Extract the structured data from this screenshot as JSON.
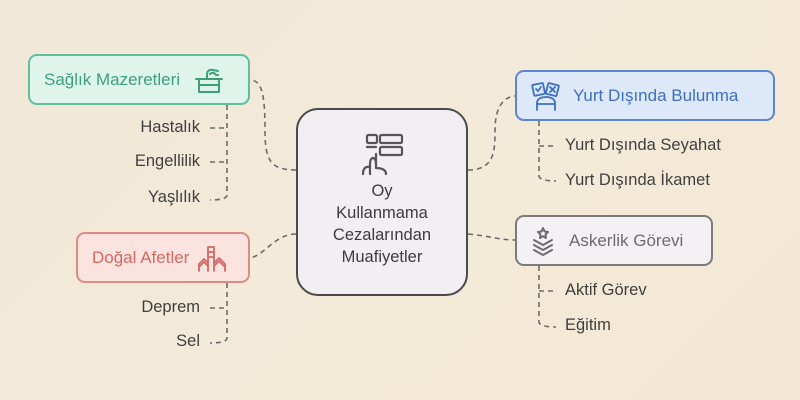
{
  "center": {
    "title_lines": [
      "Oy",
      "Kullanmama",
      "Cezalarından",
      "Muafiyetler"
    ],
    "icon": "ballot-hand-icon"
  },
  "branches": {
    "health": {
      "label": "Sağlık Mazeretleri",
      "icon": "hand-box-icon",
      "color": "#3e9f7f",
      "children": [
        "Hastalık",
        "Engellilik",
        "Yaşlılık"
      ]
    },
    "disaster": {
      "label": "Doğal Afetler",
      "icon": "buildings-icon",
      "color": "#d36a63",
      "children": [
        "Deprem",
        "Sel"
      ]
    },
    "abroad": {
      "label": "Yurt Dışında Bulunma",
      "icon": "passport-person-icon",
      "color": "#3f6fc2",
      "children": [
        "Yurt Dışında Seyahat",
        "Yurt Dışında İkamet"
      ]
    },
    "military": {
      "label": "Askerlik Görevi",
      "icon": "military-rank-icon",
      "color": "#6c6c70",
      "children": [
        "Aktif Görev",
        "Eğitim"
      ]
    }
  }
}
